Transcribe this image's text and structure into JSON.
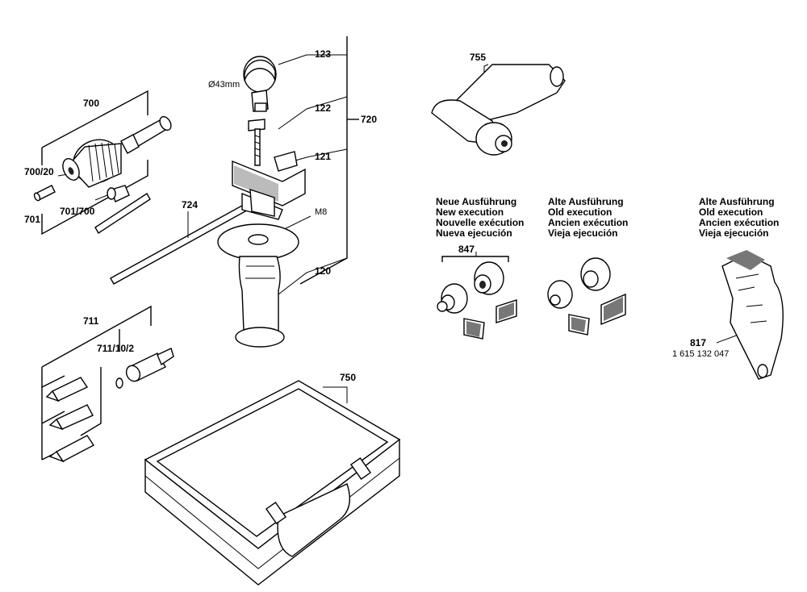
{
  "labels": {
    "p700": "700",
    "p700_20": "700/20",
    "p701": "701",
    "p701_700": "701/700",
    "p724": "724",
    "p123": "123",
    "p122": "122",
    "p121": "121",
    "p720": "720",
    "m8": "M8",
    "p120": "120",
    "dia43": "Ø43mm",
    "p711": "711",
    "p711_10_2": "711/10/2",
    "p750": "750",
    "p755": "755",
    "p847": "847",
    "p817": "817",
    "p817_num": "1 615 132 047"
  },
  "headings": {
    "new": [
      "Neue Ausführung",
      "New execution",
      "Nouvelle exécution",
      "Nueva ejecución"
    ],
    "old1": [
      "Alte Ausführung",
      "Old execution",
      "Ancien exécution",
      "Vieja ejecución"
    ],
    "old2": [
      "Alte Ausführung",
      "Old execution",
      "Ancien exécution",
      "Vieja ejecución"
    ]
  }
}
